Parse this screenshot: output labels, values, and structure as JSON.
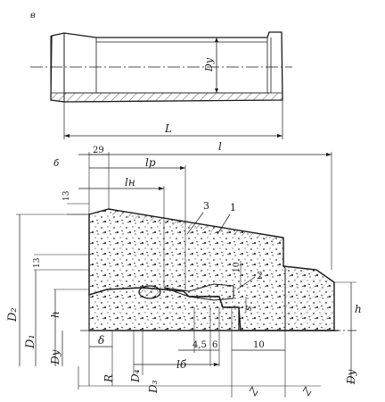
{
  "figure_a": {
    "label": "в",
    "dimensions": {
      "Dy": "Dу",
      "L": "L"
    }
  },
  "figure_b": {
    "label": "б",
    "dimensions": {
      "d29": "29",
      "l": "l",
      "lp": "lр",
      "lh": "lн",
      "d13_top": "13",
      "d13_side": "13",
      "d10_side": "10",
      "d4_5": "4,5",
      "d6": "6",
      "d10": "10",
      "lb": "lб",
      "delta": "δ",
      "D2": "D₂",
      "D1": "D₁",
      "Dy_left": "Dу",
      "Dy_right": "Dу",
      "h_left": "h",
      "h_right": "h",
      "D4": "D₄",
      "D3": "D₃",
      "R": "R",
      "s": "s",
      "n1": "1",
      "n2": "2",
      "n3": "3"
    }
  }
}
